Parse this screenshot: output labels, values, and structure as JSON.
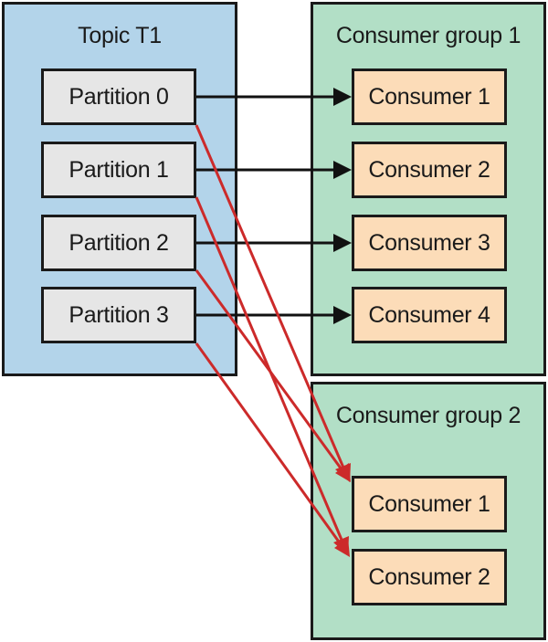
{
  "topic": {
    "title": "Topic T1",
    "partitions": [
      "Partition 0",
      "Partition 1",
      "Partition 2",
      "Partition 3"
    ]
  },
  "group1": {
    "title": "Consumer group 1",
    "consumers": [
      "Consumer 1",
      "Consumer 2",
      "Consumer 3",
      "Consumer 4"
    ]
  },
  "group2": {
    "title": "Consumer group 2",
    "consumers": [
      "Consumer 1",
      "Consumer 2"
    ]
  },
  "colors": {
    "topic_bg": "#b3d4ea",
    "group_bg": "#b2dfc6",
    "partition_bg": "#e6e6e6",
    "consumer_bg": "#fcdcb8",
    "group1_arrow": "#111111",
    "group2_arrow": "#cc2a2a"
  }
}
